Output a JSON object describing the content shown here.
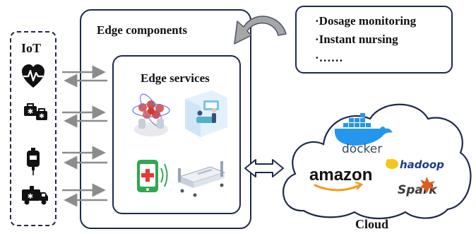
{
  "iot": {
    "title": "IoT",
    "devices": [
      "heart-icon",
      "medicine-kit-icon",
      "iv-bag-icon",
      "ambulance-icon"
    ]
  },
  "edge": {
    "components_title": "Edge components",
    "services_title": "Edge services"
  },
  "note": {
    "lines": [
      "·Dosage monitoring",
      "·Instant nursing",
      "·……"
    ]
  },
  "cloud": {
    "label": "Cloud",
    "logos": {
      "docker": "docker",
      "hadoop": "hadoop",
      "amazon": "amazon",
      "spark": "Spark"
    }
  },
  "colors": {
    "border": "#1e2a4a",
    "arrow": "#8c8c8c",
    "docker": "#2496ed",
    "hadoop": "#1c3b8a",
    "spark": "#e25a1c",
    "amazon_smile": "#f29b1a",
    "health_green": "#2fa84f",
    "health_red": "#e53935"
  }
}
